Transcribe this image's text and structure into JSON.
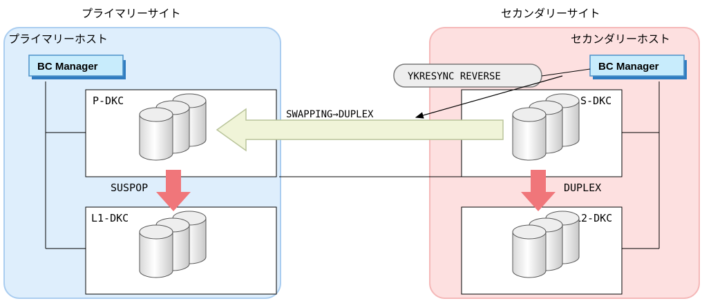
{
  "primary": {
    "site_label": "プライマリーサイト",
    "host_label": "プライマリーホスト",
    "bc_manager": "BC Manager",
    "dkc_top": "P-DKC",
    "dkc_bottom": "L1-DKC",
    "state_label": "SUSPOP",
    "bg_color": "#deeefc",
    "border_color": "#aacdf0"
  },
  "secondary": {
    "site_label": "セカンダリーサイト",
    "host_label": "セカンダリーホスト",
    "bc_manager": "BC Manager",
    "dkc_top": "S-DKC",
    "dkc_bottom": "L2-DKC",
    "state_label": "DUPLEX",
    "bg_color": "#fde0e0",
    "border_color": "#f5b8b8"
  },
  "command": "YKRESYNC REVERSE",
  "transition_label": "SWAPPING→DUPLEX",
  "colors": {
    "down_arrow": "#f0767a",
    "copy_arrow_fill": "#f0f4d8",
    "copy_arrow_stroke": "#b9c49a",
    "bc_bg": "#c8ecfc",
    "bc_border": "#4a90c8"
  }
}
